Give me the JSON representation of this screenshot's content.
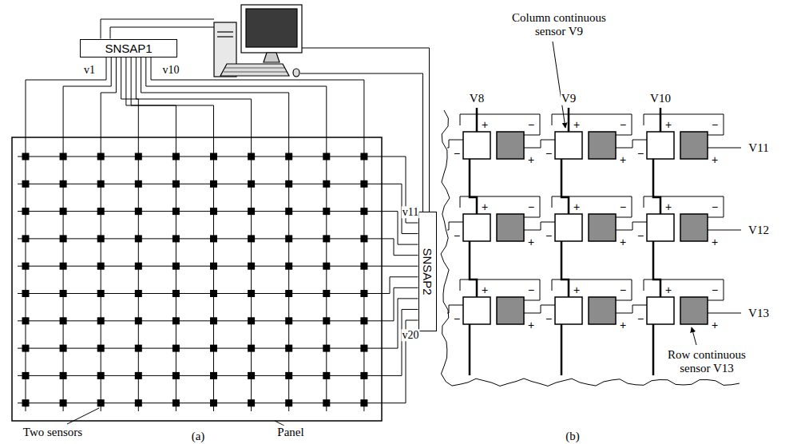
{
  "diagram": {
    "nodes": [
      {
        "text": [
          "SNSAP1"
        ]
      },
      {
        "text": [
          "SNSAP2"
        ]
      }
    ],
    "labels": [
      "v1",
      "v10",
      "v11",
      "v20",
      "Two sensors",
      "Panel",
      "(a)",
      "V8",
      "V9",
      "V10",
      "V11",
      "V12",
      "V13",
      "Column continuous sensor V9",
      "Row continuous sensor V13",
      "(b)",
      "+",
      "−",
      "−",
      "+",
      "+",
      "−",
      "−",
      "+",
      "+",
      "−",
      "−",
      "+",
      "+",
      "−",
      "−",
      "+",
      "+",
      "−",
      "−",
      "+",
      "+",
      "−",
      "−",
      "+",
      "+",
      "−",
      "−",
      "+",
      "+",
      "−",
      "−",
      "+",
      "+",
      "−",
      "−",
      "+"
    ]
  }
}
